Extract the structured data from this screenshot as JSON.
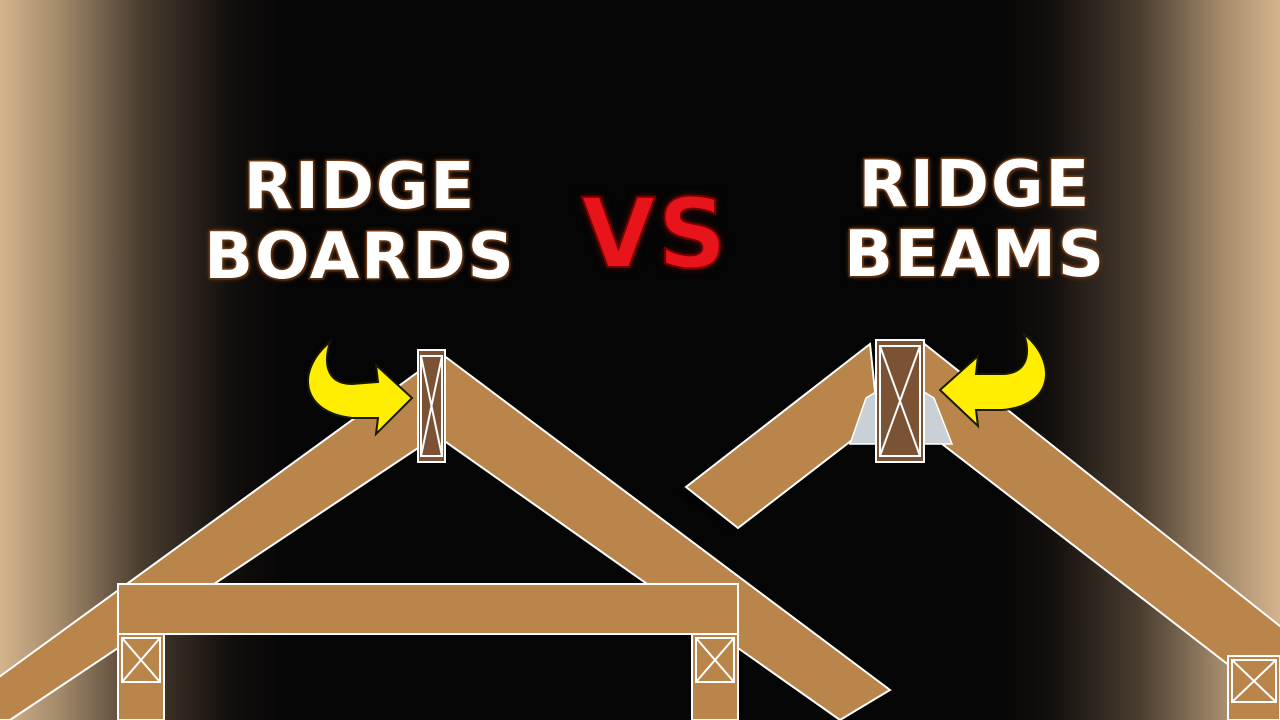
{
  "titles": {
    "left_line1": "RIDGE",
    "left_line2": "BOARDS",
    "vs": "VS",
    "right_line1": "RIDGE",
    "right_line2": "BEAMS"
  },
  "colors": {
    "lumber": "#b9854a",
    "ridge_member": "#7b5233",
    "arrow": "#ffee00",
    "vs_text": "#e8141b",
    "hanger": "#c9d1d6"
  },
  "icons": {
    "left_arrow": "curved-arrow-right-icon",
    "right_arrow": "curved-arrow-left-icon"
  }
}
